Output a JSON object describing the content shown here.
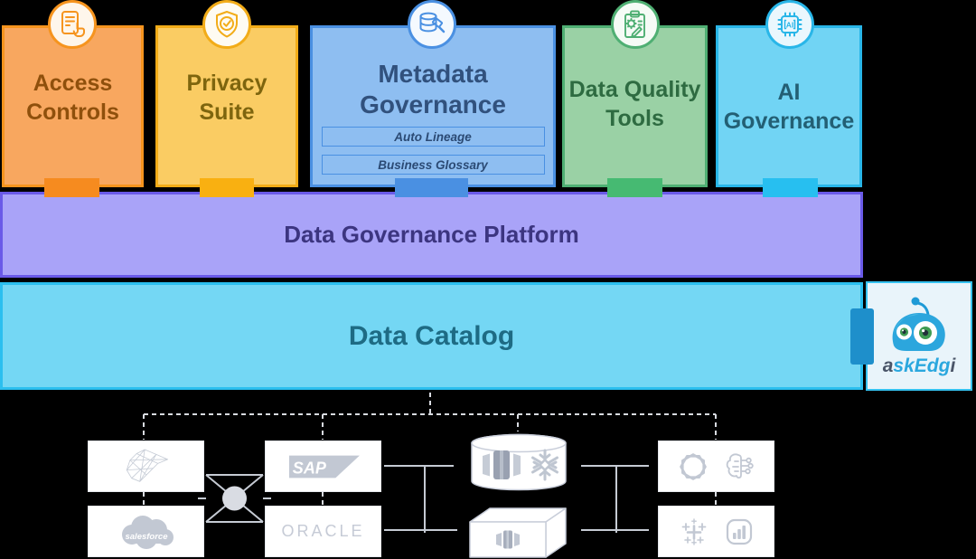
{
  "background": "#000000",
  "cards": [
    {
      "title": "Access Controls",
      "icon": "document-click-icon",
      "fill": "#F8A75F",
      "border": "#F6941E",
      "text_color": "#8F500C",
      "tab_color": "#F68B1F"
    },
    {
      "title": "Privacy Suite",
      "icon": "shield-check-icon",
      "fill": "#FACC63",
      "border": "#F2AC18",
      "text_color": "#7E650E",
      "tab_color": "#F9B011"
    },
    {
      "title": "Metadata Governance",
      "icon": "database-gavel-icon",
      "fill": "#8EBEF1",
      "border": "#4A90E2",
      "text_color": "#31517D",
      "tab_color": "#4A90E2",
      "sub_items": [
        "Auto Lineage",
        "Business Glossary"
      ]
    },
    {
      "title": "Data Quality Tools",
      "icon": "clipboard-gear-icon",
      "fill": "#9AD1A5",
      "border": "#4FAF73",
      "text_color": "#2E6B41",
      "tab_color": "#46BA72"
    },
    {
      "title": "AI Governance",
      "icon": "ai-chip-icon",
      "fill": "#71D4F4",
      "border": "#29B6E8",
      "text_color": "#235F74",
      "tab_color": "#27BFF0",
      "chip_label": "AI"
    }
  ],
  "platform_band": {
    "label": "Data Governance Platform",
    "fill": "#A9A3F8",
    "border": "#6A5AE8",
    "text_color": "#3C3580"
  },
  "catalog_band": {
    "label": "Data Catalog",
    "fill": "#74D7F4",
    "border": "#2BBFEF",
    "text_color": "#1E6B84"
  },
  "askedgi": {
    "wordmark_prefix": "a",
    "wordmark_mid": "skEdg",
    "wordmark_suffix": "i",
    "accent": "#2AA7DE",
    "muted": "#4A5568"
  },
  "sources": {
    "sap_text": "SAP",
    "oracle_text": "ORACLE",
    "salesforce_text": "salesforce",
    "icons": [
      "sql-server-logo",
      "salesforce-logo",
      "sap-logo",
      "oracle-logo",
      "redshift-logo",
      "snowflake-logo",
      "warehouse-cube-logo",
      "openai-logo",
      "ai-circuit-logo",
      "tableau-logo",
      "power-bi-logo"
    ]
  }
}
